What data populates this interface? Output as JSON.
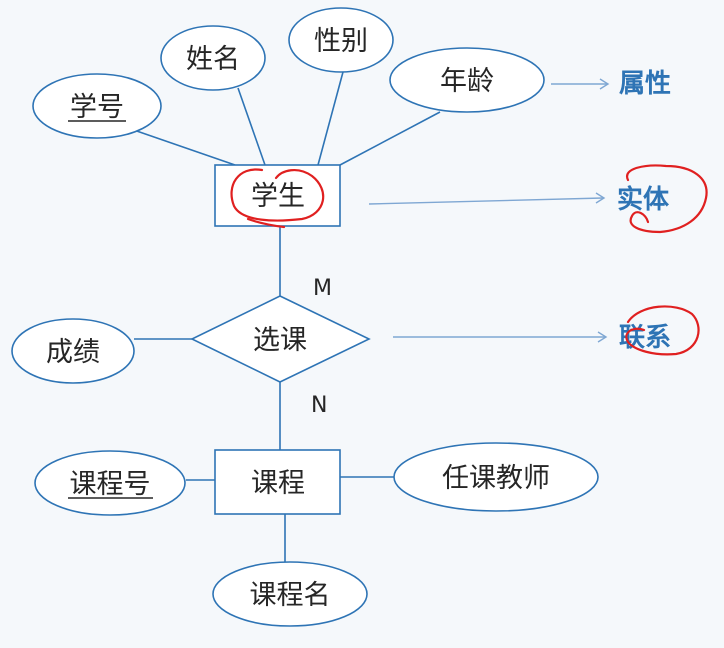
{
  "diagram": {
    "entities": {
      "student": "学生",
      "course": "课程"
    },
    "relationship": "选课",
    "attributes": {
      "student_id": "学号",
      "name": "姓名",
      "gender": "性别",
      "age": "年龄",
      "grade": "成绩",
      "course_id": "课程号",
      "teacher": "任课教师",
      "course_name": "课程名"
    },
    "cardinality": {
      "student_side": "M",
      "course_side": "N"
    },
    "legend": {
      "attribute": "属性",
      "entity": "实体",
      "relationship": "联系"
    }
  },
  "colors": {
    "shape_stroke": "#2e74b5",
    "legend_text": "#2e74b5",
    "annotation_marks": "#e02020"
  }
}
